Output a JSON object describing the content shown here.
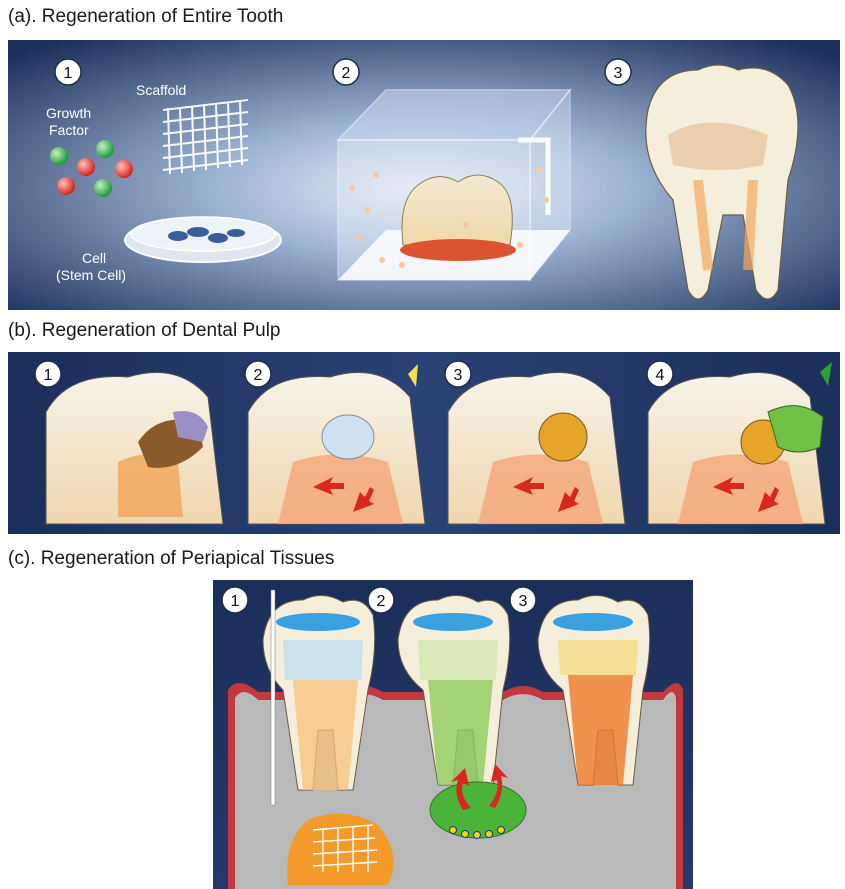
{
  "sections": {
    "a": {
      "title": "(a). Regeneration of Entire Tooth",
      "steps": [
        "1",
        "2",
        "3"
      ],
      "labels": {
        "growth_factor_line1": "Growth",
        "growth_factor_line2": "Factor",
        "scaffold": "Scaffold",
        "cell_line1": "Cell",
        "cell_line2": "(Stem Cell)"
      }
    },
    "b": {
      "title": "(b). Regeneration of Dental Pulp",
      "steps": [
        "1",
        "2",
        "3",
        "4"
      ]
    },
    "c": {
      "title": "(c). Regeneration of Periapical Tissues",
      "steps": [
        "1",
        "2",
        "3"
      ]
    }
  },
  "colors": {
    "panel_dark": "#1c2e5a",
    "panel_light": "#c9d9ec",
    "enamel": "#f4f1e4",
    "pulp_orange": "#f2a860",
    "gum_red": "#c4373f",
    "bone_gray": "#b9b9b9"
  }
}
